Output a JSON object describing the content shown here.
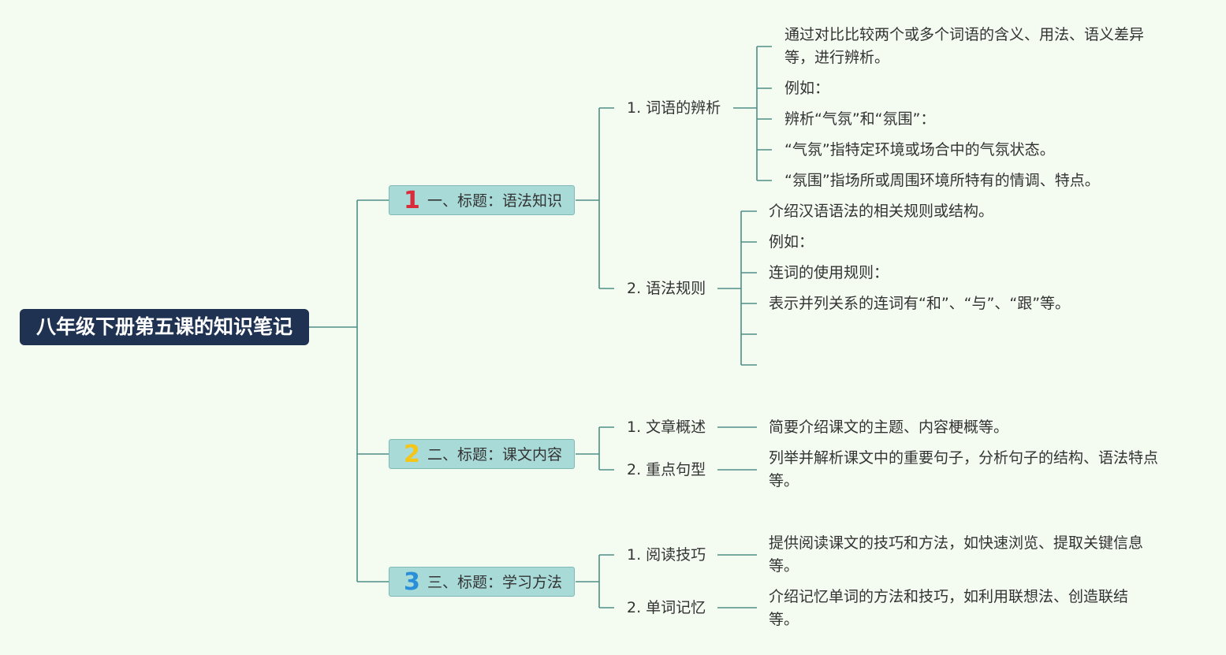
{
  "title": "八年级下册第五课的知识笔记",
  "colors": {
    "background": "#f4fbf1",
    "root_fill": "#1f3252",
    "topic_fill": "#a8dad8",
    "line": "#4e8f87"
  },
  "topics": [
    {
      "number": "1",
      "number_color": "#d92b3a",
      "label": "一、标题：语法知识",
      "subs": [
        {
          "label": "1. 词语的辨析",
          "leaves": [
            "通过对比比较两个或多个词语的含义、用法、语义差异等，进行辨析。",
            "例如：",
            "辨析“气氛”和“氛围”：",
            "“气氛”指特定环境或场合中的气氛状态。",
            "“氛围”指场所或周围环境所特有的情调、特点。"
          ]
        },
        {
          "label": "2. 语法规则",
          "leaves": [
            "介绍汉语语法的相关规则或结构。",
            "例如：",
            "连词的使用规则：",
            "表示并列关系的连词有“和”、“与”、“跟”等。",
            "",
            ""
          ]
        }
      ]
    },
    {
      "number": "2",
      "number_color": "#f5c518",
      "label": "二、标题：课文内容",
      "subs": [
        {
          "label": "1. 文章概述",
          "leaves": [
            "简要介绍课文的主题、内容梗概等。"
          ]
        },
        {
          "label": "2. 重点句型",
          "leaves": [
            "列举并解析课文中的重要句子，分析句子的结构、语法特点等。"
          ]
        }
      ]
    },
    {
      "number": "3",
      "number_color": "#2a8fd8",
      "label": "三、标题：学习方法",
      "subs": [
        {
          "label": "1. 阅读技巧",
          "leaves": [
            "提供阅读课文的技巧和方法，如快速浏览、提取关键信息等。"
          ]
        },
        {
          "label": "2. 单词记忆",
          "leaves": [
            "介绍记忆单词的方法和技巧，如利用联想法、创造联结等。"
          ]
        }
      ]
    }
  ]
}
